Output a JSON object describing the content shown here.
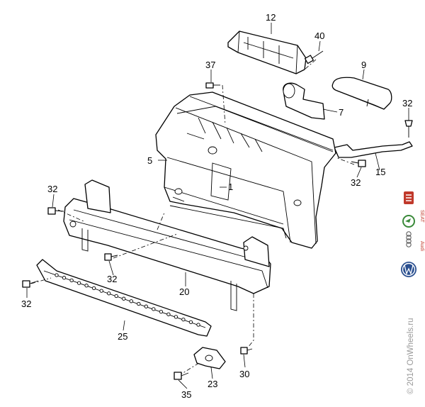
{
  "diagram": {
    "callouts": [
      {
        "id": "12",
        "text": "12"
      },
      {
        "id": "40",
        "text": "40"
      },
      {
        "id": "37",
        "text": "37"
      },
      {
        "id": "9",
        "text": "9"
      },
      {
        "id": "32a",
        "text": "32"
      },
      {
        "id": "7",
        "text": "7"
      },
      {
        "id": "5",
        "text": "5"
      },
      {
        "id": "15",
        "text": "15"
      },
      {
        "id": "32b",
        "text": "32"
      },
      {
        "id": "1",
        "text": "1"
      },
      {
        "id": "32c",
        "text": "32"
      },
      {
        "id": "32d",
        "text": "32"
      },
      {
        "id": "20",
        "text": "20"
      },
      {
        "id": "32e",
        "text": "32"
      },
      {
        "id": "25",
        "text": "25"
      },
      {
        "id": "30",
        "text": "30"
      },
      {
        "id": "23",
        "text": "23"
      },
      {
        "id": "35",
        "text": "35"
      }
    ]
  },
  "watermark": {
    "text": "© 2014 OnWheels.ru"
  },
  "brands": [
    {
      "name": "seat-logo",
      "text": "SEAT",
      "color": "#c0392b"
    },
    {
      "name": "skoda-logo",
      "text": "",
      "color": "#3a8a3a"
    },
    {
      "name": "audi-logo",
      "text": "Audi",
      "color": "#555555"
    },
    {
      "name": "vw-logo",
      "text": "",
      "color": "#2a4f8f"
    }
  ]
}
